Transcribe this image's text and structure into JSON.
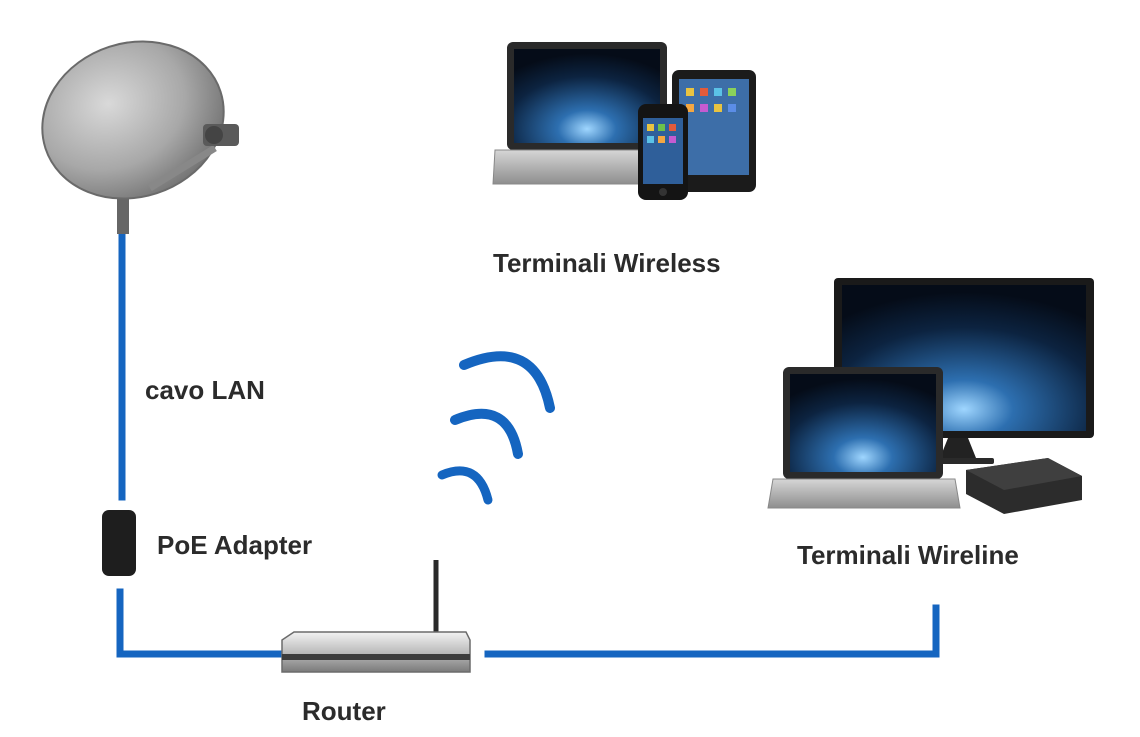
{
  "labels": {
    "terminali_wireless": "Terminali Wireless",
    "cavo_lan": "cavo LAN",
    "poe_adapter": "PoE Adapter",
    "terminali_wireline": "Terminali Wireline",
    "router": "Router"
  },
  "colors": {
    "cable": "#1565c0",
    "text": "#2b2b2b",
    "dish": "#9a9a9a",
    "screen": "#0d2a4a"
  },
  "icons": [
    "satellite-dish-icon",
    "poe-adapter-icon",
    "router-icon",
    "wifi-signal-icon",
    "laptop-icon",
    "tablet-icon",
    "smartphone-icon",
    "tv-monitor-icon",
    "set-top-box-icon"
  ]
}
